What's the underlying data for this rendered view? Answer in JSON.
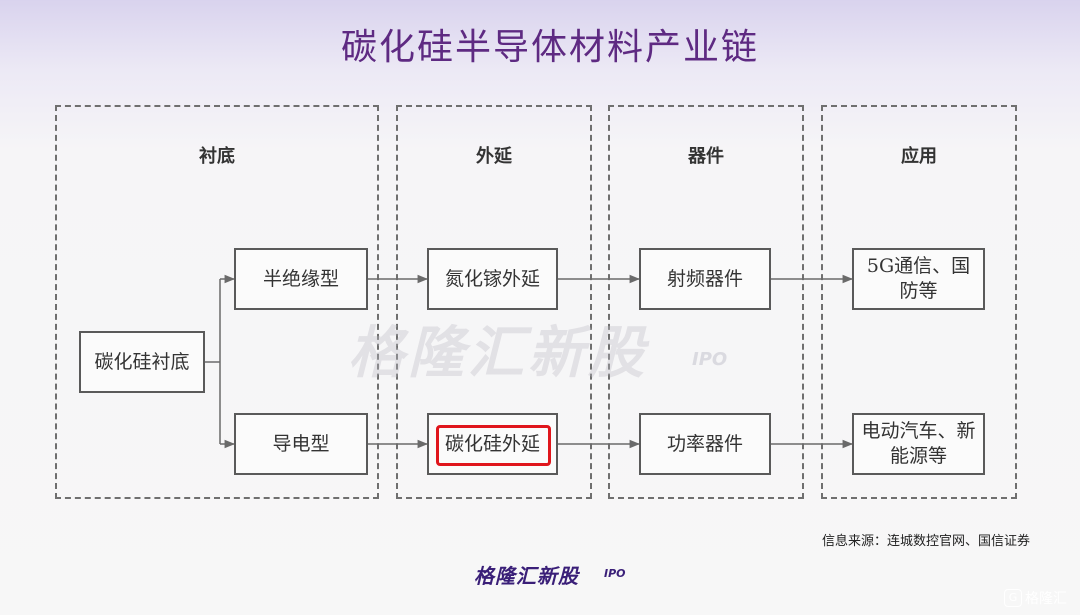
{
  "title": "碳化硅半导体材料产业链",
  "panels": [
    {
      "label": "衬底"
    },
    {
      "label": "外延"
    },
    {
      "label": "器件"
    },
    {
      "label": "应用"
    }
  ],
  "boxes": {
    "substrate": "碳化硅衬底",
    "semi_insulating": "半绝缘型",
    "conductive": "导电型",
    "gan_epi": "氮化镓外延",
    "sic_epi": "碳化硅外延",
    "rf_device": "射频器件",
    "power_device": "功率器件",
    "app_5g_line1": "5G通信、国",
    "app_5g_line2": "防等",
    "app_ev_line1": "电动汽车、新",
    "app_ev_line2": "能源等"
  },
  "watermark": {
    "text": "格隆汇新股",
    "sub": "IPO"
  },
  "source": "信息来源：连城数控官网、国信证券",
  "footer": {
    "logo": "格隆汇新股",
    "sub": "IPO"
  },
  "corner": {
    "badge": "G",
    "text": "格隆汇"
  },
  "colors": {
    "title": "#5e2a82",
    "highlight": "#e0161c",
    "footer": "#3a1f78"
  }
}
